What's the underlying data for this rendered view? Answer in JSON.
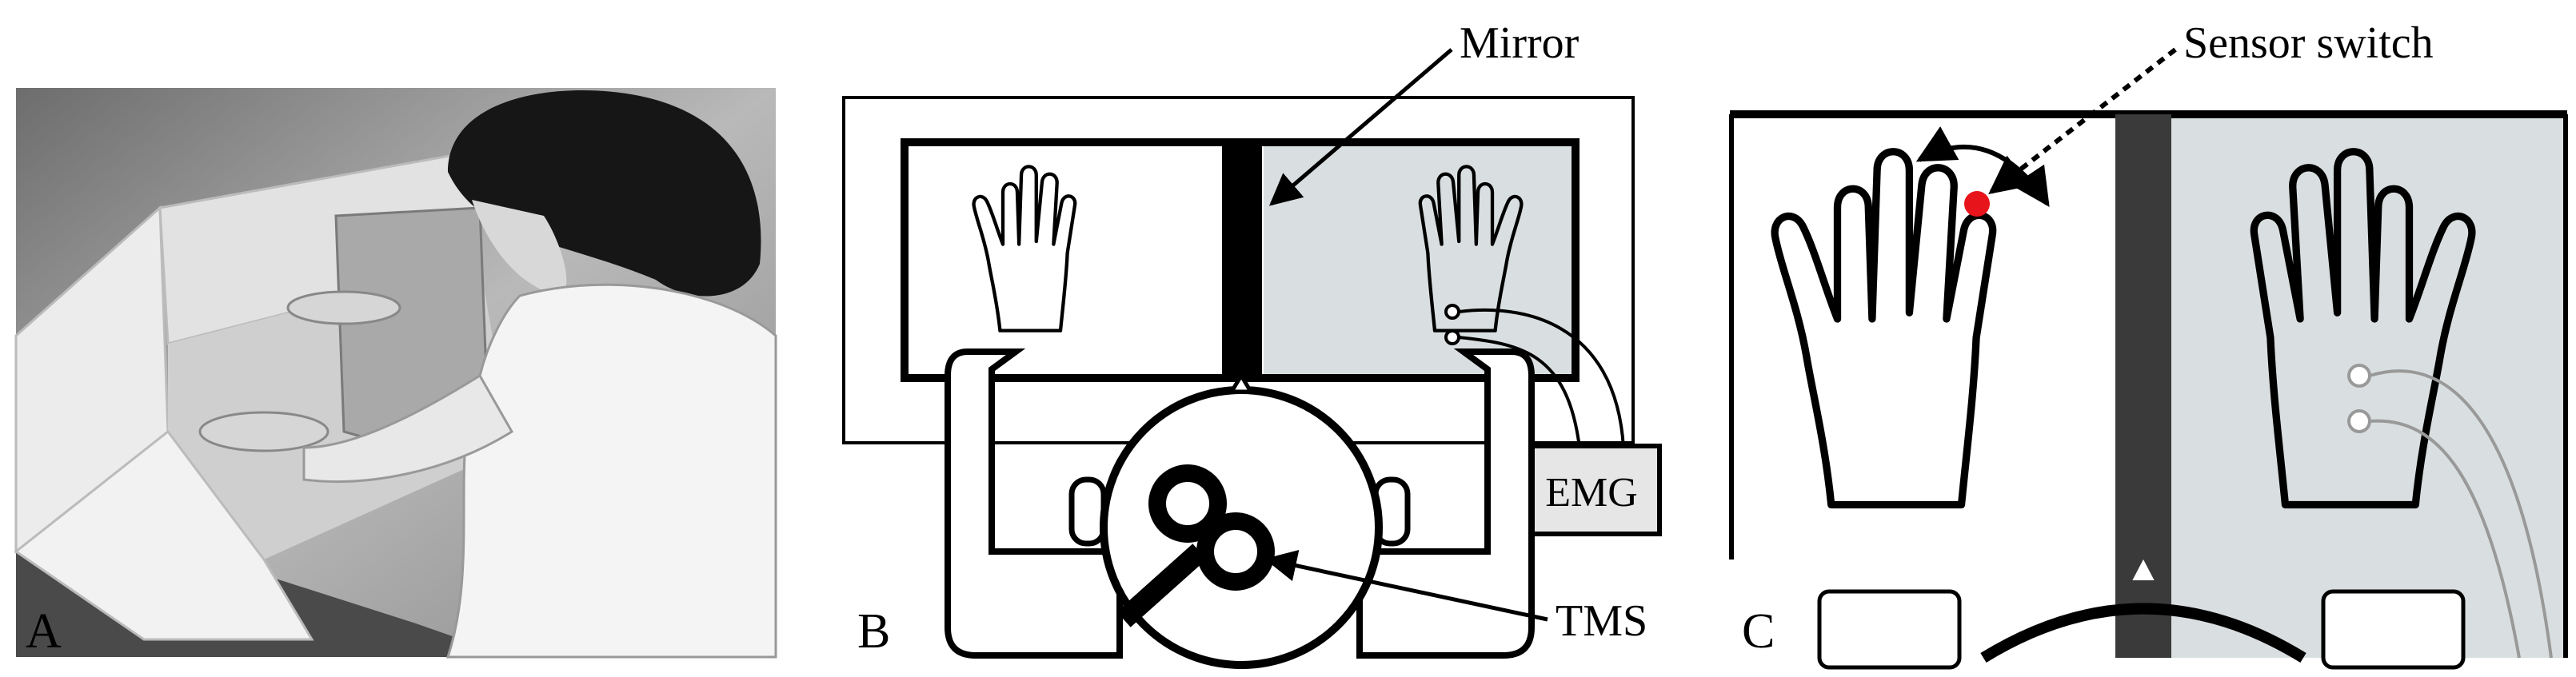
{
  "panels": {
    "a": {
      "letter": "A"
    },
    "b": {
      "letter": "B",
      "mirror_label": "Mirror",
      "emg_label": "EMG",
      "tms_label": "TMS"
    },
    "c": {
      "letter": "C",
      "sensor_label": "Sensor switch"
    }
  },
  "colors": {
    "mirror_side_fill": "#d9dfe0",
    "sensor_dot": "#e8141b",
    "emg_box_fill": "#e6e6e6",
    "divider": "#3a3a3a"
  }
}
